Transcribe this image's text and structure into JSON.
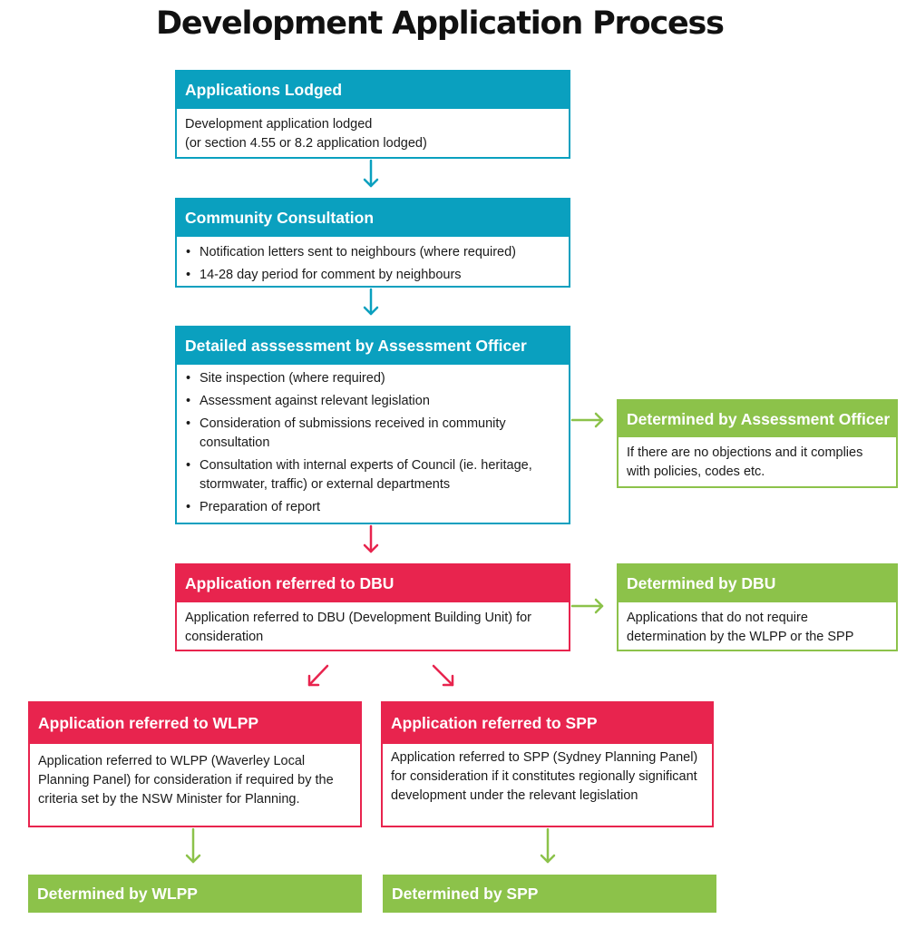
{
  "title": "Development Application Process",
  "colors": {
    "teal": "#0aa0bf",
    "red": "#e8244e",
    "green": "#8cc24a"
  },
  "lodged": {
    "header": "Applications Lodged",
    "lines": [
      "Development application lodged",
      "(or section 4.55 or 8.2 application lodged)"
    ]
  },
  "consultation": {
    "header": "Community Consultation",
    "bullets": [
      "Notification letters sent to neighbours (where required)",
      "14-28 day period for comment by neighbours"
    ]
  },
  "assessment": {
    "header": "Detailed asssessment by Assessment Officer",
    "bullets": [
      "Site inspection (where required)",
      "Assessment against relevant legislation",
      "Consideration of submissions received in community consultation",
      "Consultation with internal experts of Council (ie. heritage, stormwater, traffic) or external departments",
      "Preparation of report"
    ]
  },
  "officer": {
    "header": "Determined by Assessment Officer",
    "body": "If there are no objections and it complies with policies, codes etc."
  },
  "dbu_refer": {
    "header": "Application referred to DBU",
    "body": "Application referred to DBU (Development Building Unit) for consideration"
  },
  "dbu_det": {
    "header": "Determined by DBU",
    "body": "Applications that do not require determination by the WLPP or the SPP"
  },
  "wlpp_refer": {
    "header": "Application referred to WLPP",
    "body": "Application referred to WLPP (Waverley Local Planning Panel) for consideration if required by the criteria set by the NSW Minister for Planning."
  },
  "spp_refer": {
    "header": "Application referred to SPP",
    "body": "Application referred to SPP (Sydney Planning Panel) for consideration if it constitutes regionally significant development under the relevant legislation"
  },
  "wlpp_det": {
    "label": "Determined by WLPP"
  },
  "spp_det": {
    "label": "Determined by SPP"
  }
}
